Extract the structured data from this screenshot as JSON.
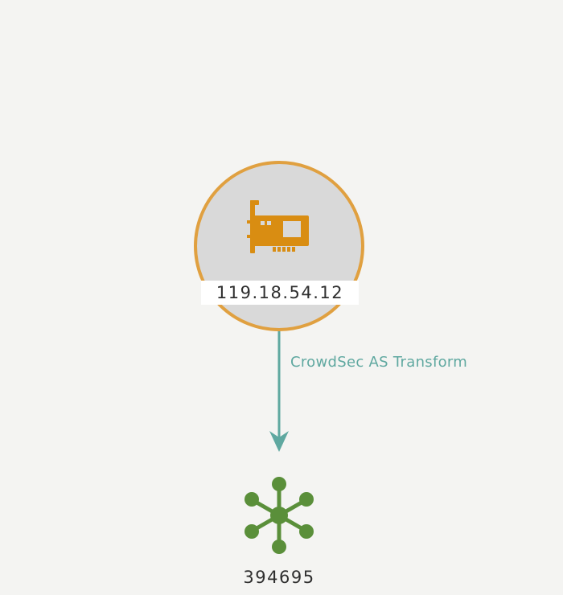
{
  "graph": {
    "nodes": [
      {
        "id": "ip",
        "label": "119.18.54.12",
        "icon": "network-card-icon",
        "icon_color": "#d98d12",
        "ring_color": "#e0a040",
        "fill_color": "#d9d9d9"
      },
      {
        "id": "asn",
        "label": "394695",
        "icon": "hub-network-icon",
        "icon_color": "#5a8f3a"
      }
    ],
    "edge": {
      "label": "CrowdSec AS Transform",
      "color": "#5fa8a0"
    }
  },
  "colors": {
    "background": "#f4f4f2"
  }
}
